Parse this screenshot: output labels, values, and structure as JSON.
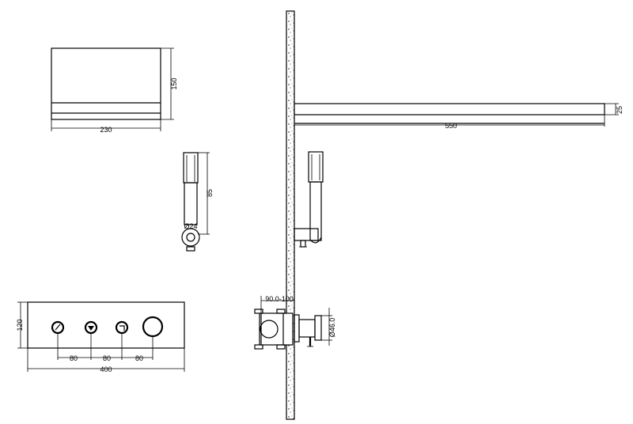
{
  "drawing": {
    "rain_head_front": {
      "width_label": "230",
      "height_label": "150"
    },
    "hand_shower": {
      "length_label": "85",
      "diameter_label": "Ø24"
    },
    "control_panel": {
      "height_label": "120",
      "spacing_labels": [
        "80",
        "80",
        "80"
      ],
      "width_label": "400",
      "control_icons": [
        "hand-shower-icon",
        "rain-head-icon",
        "tub-spout-icon"
      ]
    },
    "shower_arm_side": {
      "length_label": "550",
      "thickness_label": "25"
    },
    "valve_side": {
      "depth_label": "90.0-100",
      "diameter_label": "Ø46.0"
    }
  },
  "colors": {
    "line": "#000000",
    "background": "#ffffff"
  }
}
